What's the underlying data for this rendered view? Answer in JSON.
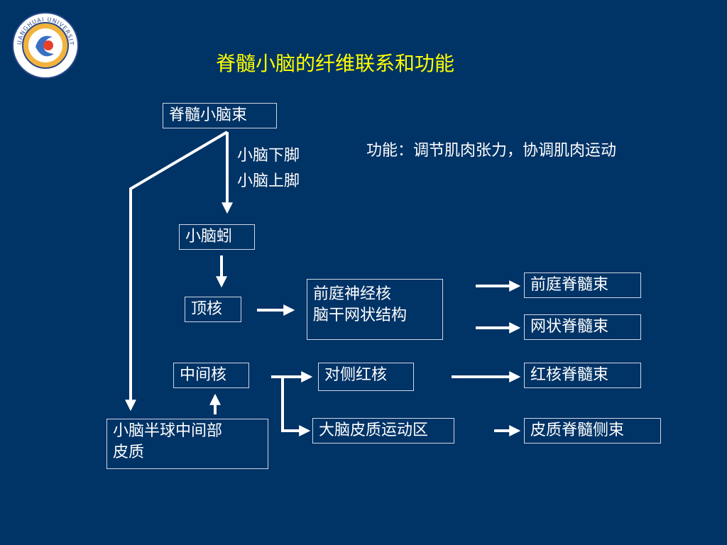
{
  "title": "脊髓小脑的纤维联系和功能",
  "function_text": "功能：调节肌肉张力，协调肌肉运动",
  "pathway_labels": {
    "line1": "小脑下脚",
    "line2": "小脑上脚"
  },
  "boxes": {
    "spinocerebellar_tract": "脊髓小脑束",
    "vermis": "小脑蚓",
    "fastigial_nucleus": "顶核",
    "vestibular_reticular": {
      "line1": "前庭神经核",
      "line2": "脑干网状结构"
    },
    "vestibulospinal_tract": "前庭脊髓束",
    "reticulospinal_tract": "网状脊髓束",
    "interposed_nucleus": "中间核",
    "contralateral_red_nucleus": "对侧红核",
    "rubrospinal_tract": "红核脊髓束",
    "motor_cortex": "大脑皮质运动区",
    "corticospinal_lateral_tract": "皮质脊髓侧束",
    "hemisphere_cortex": {
      "line1": "小脑半球中间部",
      "line2": "皮质"
    }
  },
  "logo": {
    "text": "HUANGHUAI UNIVERSITY"
  },
  "colors": {
    "background": "#003366",
    "title": "#ffff00",
    "text": "#ffffff",
    "arrows": "#ffffff",
    "logo_ring": "#e8a33a"
  }
}
